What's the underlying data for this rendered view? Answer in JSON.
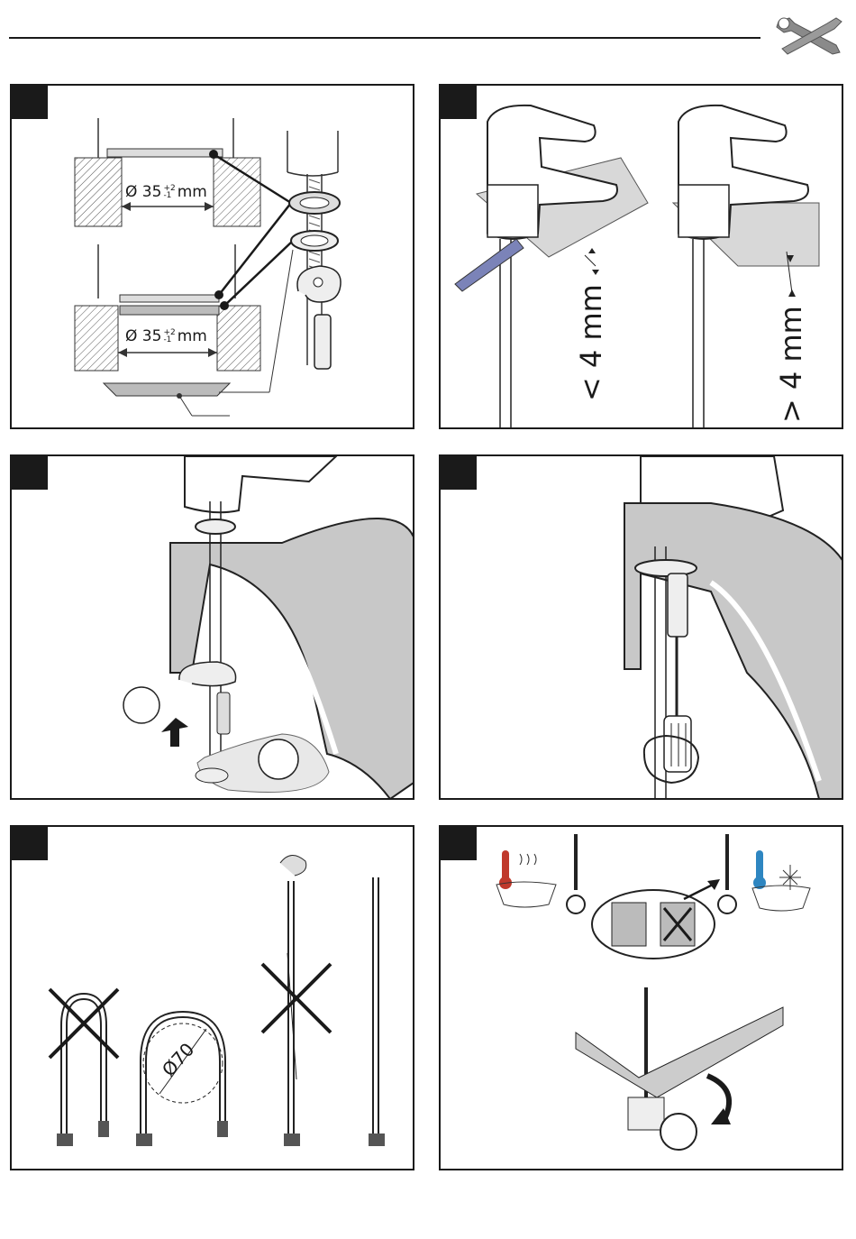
{
  "header": {
    "tools_icon": "wrench-screwdriver-icon"
  },
  "steps": [
    {
      "id": 1,
      "dimension_top": "35",
      "dimension_bottom": "35",
      "diameter_symbol": "Ø",
      "tol_plus": "+2",
      "tol_minus": "-1",
      "unit": "mm"
    },
    {
      "id": 2,
      "label_left": "< 4 mm",
      "label_right": "> 4 mm"
    },
    {
      "id": 3
    },
    {
      "id": 4
    },
    {
      "id": 5,
      "bend_label": "Ø70"
    },
    {
      "id": 6,
      "hot_icon": "hot-thermometer-icon",
      "cold_icon": "cold-snowflake-icon"
    }
  ]
}
